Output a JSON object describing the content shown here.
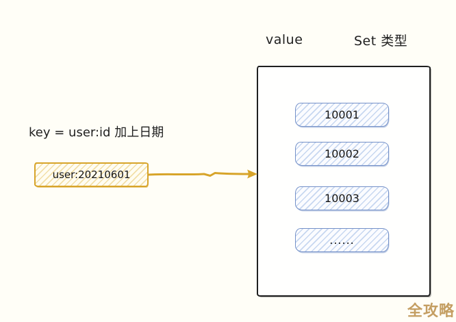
{
  "theme": {
    "bg": "#FFFEF7",
    "ink": "#1F1F1F",
    "blue_border": "#7390C8",
    "blue_hatch": "#C7D7F0",
    "gold": "#D7A42A",
    "gold_hatch": "#F2DFA8",
    "watermark_color": "#C49E62"
  },
  "diagram": {
    "labels": {
      "value": "value",
      "set_type": "Set 类型"
    },
    "key_annotation": "key = user:id 加上日期",
    "key_box": {
      "text": "user:20210601"
    },
    "set_items": [
      {
        "label": "10001"
      },
      {
        "label": "10002"
      },
      {
        "label": "10003"
      },
      {
        "label": "......"
      }
    ],
    "watermark": {
      "text": "全攻略"
    }
  }
}
